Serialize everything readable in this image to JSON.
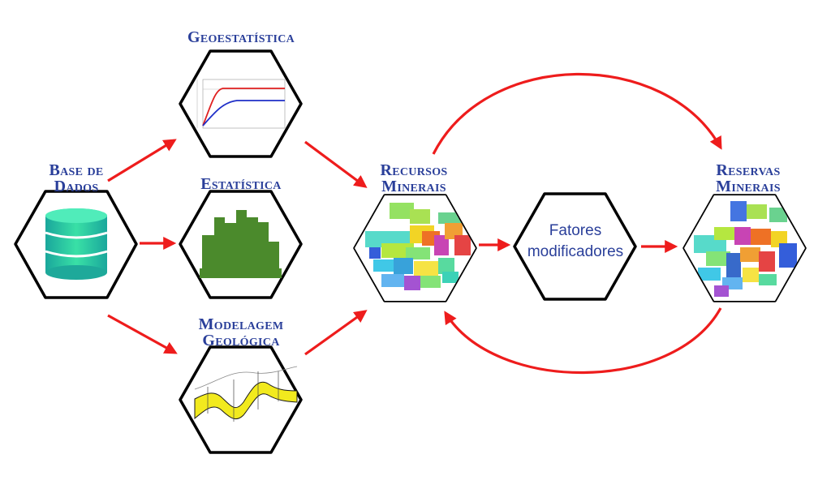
{
  "nodes": {
    "base_de_dados": {
      "line1": "Base de",
      "line2": "Dados",
      "icon": "database-icon"
    },
    "geoestatistica": {
      "label": "Geoestatística",
      "icon": "variogram-chart-icon"
    },
    "estatistica": {
      "label": "Estatística",
      "icon": "histogram-icon"
    },
    "modelagem_geologica": {
      "line1": "Modelagem",
      "line2": "Geológica",
      "icon": "geological-layer-icon"
    },
    "recursos_minerais": {
      "line1": "Recursos",
      "line2": "Minerais",
      "icon": "block-model-icon"
    },
    "fatores_modificadores": {
      "line1": "Fatores",
      "line2": "modificadores"
    },
    "reservas_minerais": {
      "line1": "Reservas",
      "line2": "Minerais",
      "icon": "block-model-icon"
    }
  },
  "colors": {
    "arrow": "#ee1c1c",
    "label_text": "#2a3f9a",
    "hex_stroke": "#000000",
    "database": "#2fd6a0",
    "histogram": "#4b8a2c",
    "geo_layer": "#f2ea1e"
  }
}
